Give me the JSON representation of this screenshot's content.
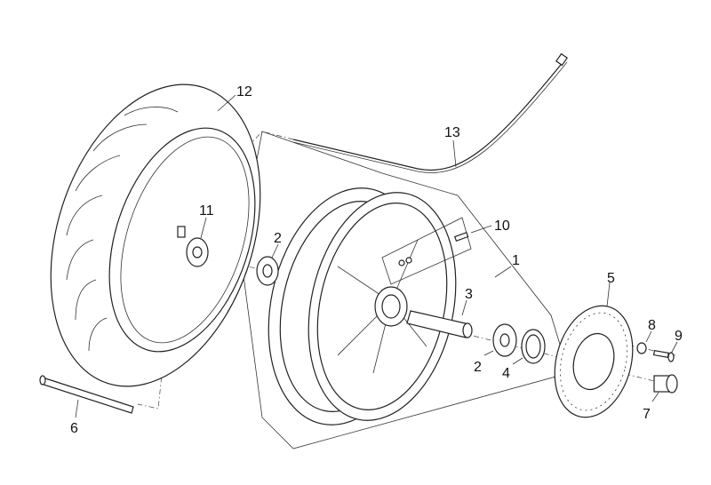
{
  "diagram": {
    "type": "exploded-parts-diagram",
    "subject": "front wheel assembly",
    "background": "#ffffff",
    "line_color": "#222222",
    "callouts": [
      {
        "id": "12",
        "label": "12",
        "part": "tyre"
      },
      {
        "id": "13",
        "label": "13",
        "part": "speedometer cable"
      },
      {
        "id": "11",
        "label": "11",
        "part": "speedometer drive"
      },
      {
        "id": "2a",
        "label": "2",
        "part": "bearing (left)"
      },
      {
        "id": "10",
        "label": "10",
        "part": "screws / nuts"
      },
      {
        "id": "1",
        "label": "1",
        "part": "wheel rim assembly"
      },
      {
        "id": "3",
        "label": "3",
        "part": "spacer tube"
      },
      {
        "id": "5",
        "label": "5",
        "part": "brake disc"
      },
      {
        "id": "8",
        "label": "8",
        "part": "washer"
      },
      {
        "id": "9",
        "label": "9",
        "part": "disc bolt"
      },
      {
        "id": "2b",
        "label": "2",
        "part": "bearing (right)"
      },
      {
        "id": "4",
        "label": "4",
        "part": "oil seal"
      },
      {
        "id": "7",
        "label": "7",
        "part": "spacer bush"
      },
      {
        "id": "6",
        "label": "6",
        "part": "wheel axle"
      }
    ]
  }
}
